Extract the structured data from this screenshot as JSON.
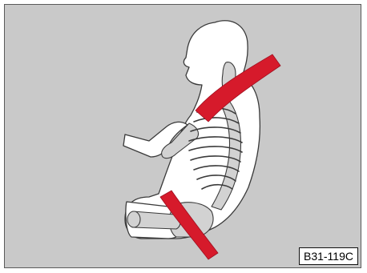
{
  "figure": {
    "code": "B31-119C"
  },
  "colors": {
    "background": "#c9c9c9",
    "body_fill": "#ffffff",
    "skeleton_fill": "#d2d2d2",
    "line": "#3a3a3a",
    "belt": "#d61a2b",
    "frame": "#5a5a5a"
  },
  "icons": {
    "figure": "seated-occupant-skeleton-illustration",
    "shoulder_belt": "diagonal-shoulder-belt",
    "lap_belt": "lap-belt"
  }
}
